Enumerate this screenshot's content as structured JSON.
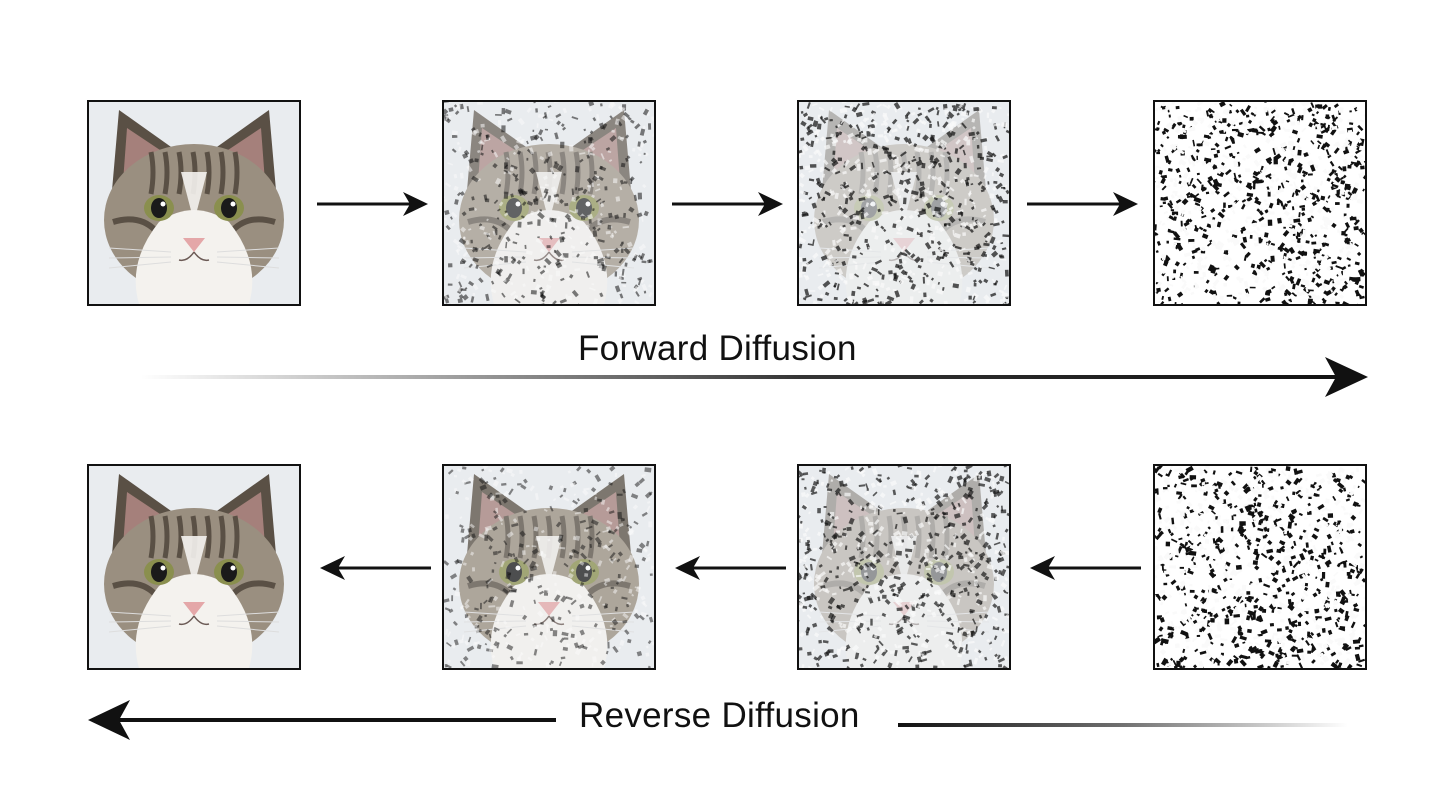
{
  "forward": {
    "label": "Forward Diffusion",
    "frames": [
      {
        "name": "clean-cat-image",
        "noise": 0.0
      },
      {
        "name": "lightly-noised-cat-image",
        "noise": 0.35
      },
      {
        "name": "heavily-noised-cat-image",
        "noise": 0.65
      },
      {
        "name": "pure-noise-image",
        "noise": 1.0
      }
    ]
  },
  "reverse": {
    "label": "Reverse Diffusion",
    "frames": [
      {
        "name": "recovered-cat-image",
        "noise": 0.0
      },
      {
        "name": "lightly-noised-cat-image",
        "noise": 0.25
      },
      {
        "name": "heavily-noised-cat-image",
        "noise": 0.6
      },
      {
        "name": "pure-noise-image",
        "noise": 1.0
      }
    ]
  },
  "colors": {
    "ink": "#111111",
    "fur_dark": "#5a5045",
    "fur_light": "#9a8f80",
    "white_fur": "#f4f2ee",
    "nose": "#e4a7a8",
    "eye": "#8a8f4e",
    "background": "#e9ecef"
  },
  "icons": {
    "step_arrow": "arrow-right-icon",
    "reverse_step_arrow": "arrow-left-icon"
  }
}
